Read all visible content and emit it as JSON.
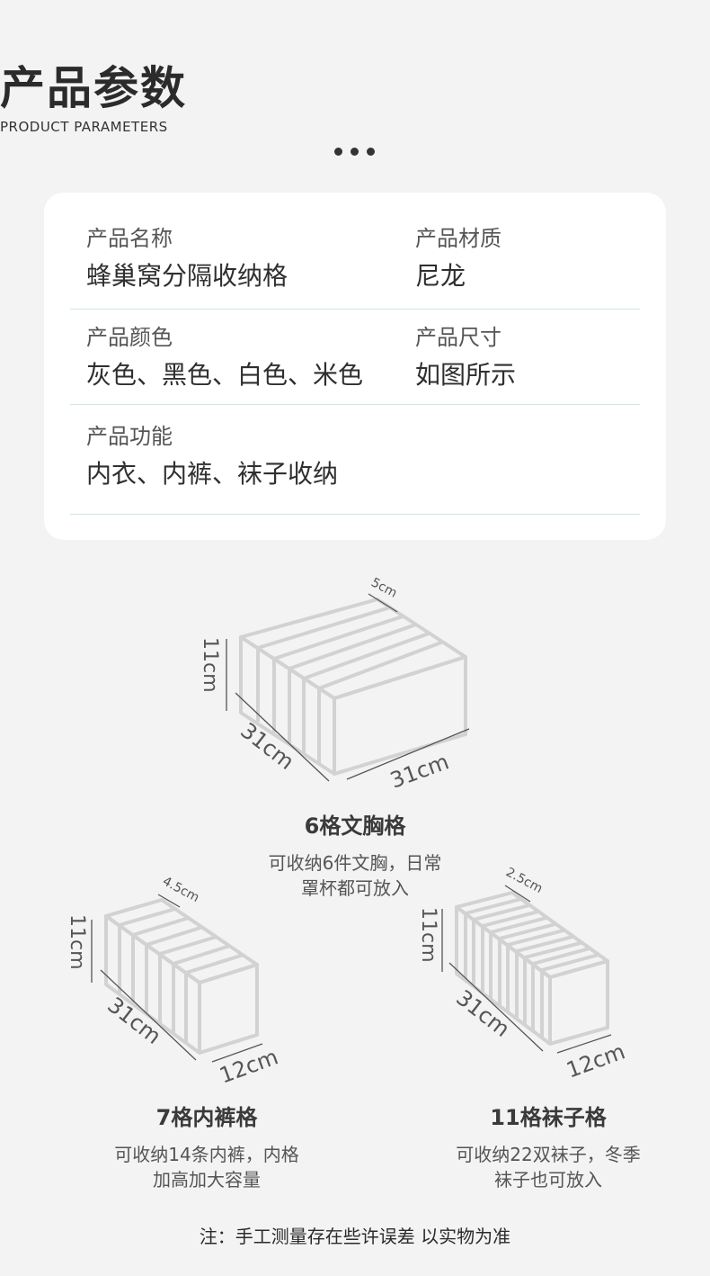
{
  "header": {
    "title": "产品参数",
    "subtitle": "PRODUCT PARAMETERS"
  },
  "params": [
    {
      "label": "产品名称",
      "value": "蜂巢窝分隔收纳格"
    },
    {
      "label": "产品材质",
      "value": "尼龙"
    },
    {
      "label": "产品颜色",
      "value": "灰色、黑色、白色、米色"
    },
    {
      "label": "产品尺寸",
      "value": "如图所示"
    },
    {
      "label": "产品功能",
      "value": "内衣、内裤、袜子收纳"
    }
  ],
  "products": [
    {
      "name": "6格文胸格",
      "desc_line1": "可收纳6件文胸，日常",
      "desc_line2": "罩杯都可放入",
      "dims": {
        "height": "11cm",
        "depth": "31cm",
        "width": "31cm",
        "cell": "5cm"
      }
    },
    {
      "name": "7格内裤格",
      "desc_line1": "可收纳14条内裤，内格",
      "desc_line2": "加高加大容量",
      "dims": {
        "height": "11cm",
        "depth": "31cm",
        "width": "12cm",
        "cell": "4.5cm"
      }
    },
    {
      "name": "11格袜子格",
      "desc_line1": "可收纳22双袜子，冬季",
      "desc_line2": "袜子也可放入",
      "dims": {
        "height": "11cm",
        "depth": "31cm",
        "width": "12cm",
        "cell": "2.5cm"
      }
    }
  ],
  "note": "注：手工测量存在些许误差 以实物为准",
  "colors": {
    "background": "#f3f3f3",
    "card": "#ffffff",
    "divider": "#cfe6e6",
    "outline": "#d2d2d2"
  }
}
